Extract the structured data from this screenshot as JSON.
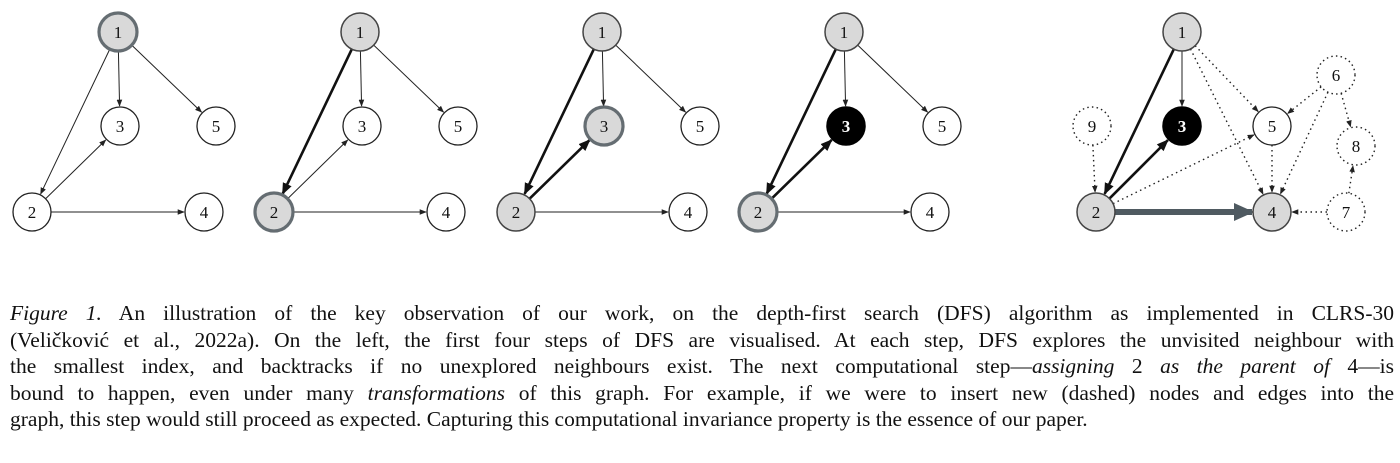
{
  "figure": {
    "panels": [
      {
        "nodes": [
          {
            "id": "1",
            "state": "current"
          },
          {
            "id": "3",
            "state": "unvisited"
          },
          {
            "id": "5",
            "state": "unvisited"
          },
          {
            "id": "2",
            "state": "unvisited"
          },
          {
            "id": "4",
            "state": "unvisited"
          }
        ],
        "edges": [
          {
            "from": "1",
            "to": "3",
            "style": "thin"
          },
          {
            "from": "1",
            "to": "5",
            "style": "thin"
          },
          {
            "from": "1",
            "to": "2",
            "style": "thin"
          },
          {
            "from": "2",
            "to": "3",
            "style": "thin"
          },
          {
            "from": "2",
            "to": "4",
            "style": "thin"
          }
        ]
      },
      {
        "nodes": [
          {
            "id": "1",
            "state": "visited"
          },
          {
            "id": "3",
            "state": "unvisited"
          },
          {
            "id": "5",
            "state": "unvisited"
          },
          {
            "id": "2",
            "state": "current"
          },
          {
            "id": "4",
            "state": "unvisited"
          }
        ],
        "edges": [
          {
            "from": "1",
            "to": "3",
            "style": "thin"
          },
          {
            "from": "1",
            "to": "5",
            "style": "thin"
          },
          {
            "from": "1",
            "to": "2",
            "style": "bold"
          },
          {
            "from": "2",
            "to": "3",
            "style": "thin"
          },
          {
            "from": "2",
            "to": "4",
            "style": "thin"
          }
        ]
      },
      {
        "nodes": [
          {
            "id": "1",
            "state": "visited"
          },
          {
            "id": "3",
            "state": "current"
          },
          {
            "id": "5",
            "state": "unvisited"
          },
          {
            "id": "2",
            "state": "visited"
          },
          {
            "id": "4",
            "state": "unvisited"
          }
        ],
        "edges": [
          {
            "from": "1",
            "to": "3",
            "style": "thin"
          },
          {
            "from": "1",
            "to": "5",
            "style": "thin"
          },
          {
            "from": "1",
            "to": "2",
            "style": "bold"
          },
          {
            "from": "2",
            "to": "3",
            "style": "bold"
          },
          {
            "from": "2",
            "to": "4",
            "style": "thin"
          }
        ]
      },
      {
        "nodes": [
          {
            "id": "1",
            "state": "visited"
          },
          {
            "id": "3",
            "state": "finished"
          },
          {
            "id": "5",
            "state": "unvisited"
          },
          {
            "id": "2",
            "state": "current"
          },
          {
            "id": "4",
            "state": "unvisited"
          }
        ],
        "edges": [
          {
            "from": "1",
            "to": "3",
            "style": "thin"
          },
          {
            "from": "1",
            "to": "5",
            "style": "thin"
          },
          {
            "from": "1",
            "to": "2",
            "style": "bold"
          },
          {
            "from": "2",
            "to": "3",
            "style": "bold"
          },
          {
            "from": "2",
            "to": "4",
            "style": "thin"
          }
        ]
      },
      {
        "nodes": [
          {
            "id": "1",
            "state": "visited"
          },
          {
            "id": "3",
            "state": "finished"
          },
          {
            "id": "5",
            "state": "unvisited"
          },
          {
            "id": "2",
            "state": "visited"
          },
          {
            "id": "4",
            "state": "visited"
          },
          {
            "id": "6",
            "state": "dashed"
          },
          {
            "id": "8",
            "state": "dashed"
          },
          {
            "id": "9",
            "state": "dashed"
          },
          {
            "id": "7",
            "state": "dashed"
          }
        ],
        "edges": [
          {
            "from": "1",
            "to": "3",
            "style": "thin"
          },
          {
            "from": "1",
            "to": "2",
            "style": "bold"
          },
          {
            "from": "2",
            "to": "3",
            "style": "bold"
          },
          {
            "from": "2",
            "to": "4",
            "style": "next"
          },
          {
            "from": "1",
            "to": "5",
            "style": "dotted"
          },
          {
            "from": "1",
            "to": "4",
            "style": "dotted"
          },
          {
            "from": "2",
            "to": "5",
            "style": "dotted"
          },
          {
            "from": "9",
            "to": "2",
            "style": "dotted"
          },
          {
            "from": "6",
            "to": "5",
            "style": "dotted"
          },
          {
            "from": "6",
            "to": "4",
            "style": "dotted"
          },
          {
            "from": "6",
            "to": "8",
            "style": "dotted"
          },
          {
            "from": "5",
            "to": "4",
            "style": "dotted"
          },
          {
            "from": "7",
            "to": "4",
            "style": "dotted"
          },
          {
            "from": "7",
            "to": "8",
            "style": "dotted"
          }
        ]
      }
    ]
  },
  "caption": {
    "label": "Figure 1.",
    "l1": " An illustration of the key observation of our work, on the depth-first search (DFS) algorithm as implemented in CLRS-30",
    "l2": "(Veličković et al., 2022a). On the left, the first four steps of DFS are visualised. At each step, DFS explores the unvisited neighbour with",
    "l3a": "the smallest index, and backtracks if no unexplored neighbours exist. The next computational step—",
    "l3b": "assigning",
    "l3c": " 2 ",
    "l3d": "as the parent of",
    "l3e": " 4—is",
    "l4a": "bound to happen, even under many ",
    "l4b": "transformations",
    "l4c": " of this graph. For example, if we were to insert new (dashed) nodes and edges into the",
    "l5": "graph, this step would still proceed as expected. Capturing this computational invariance property is the essence of our paper."
  }
}
